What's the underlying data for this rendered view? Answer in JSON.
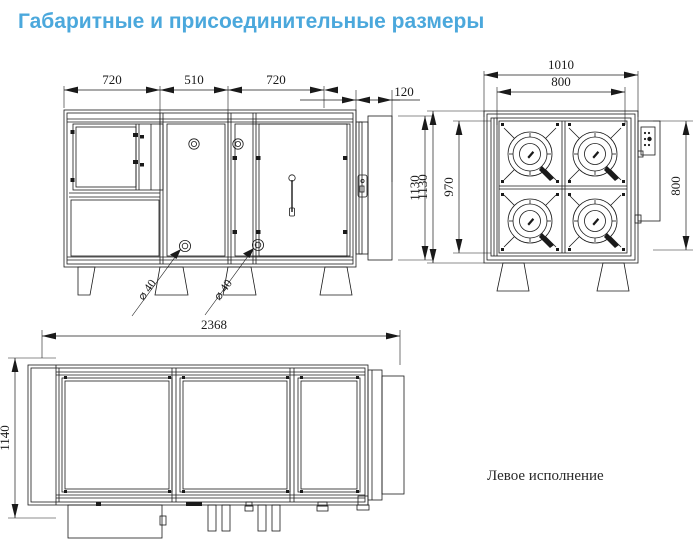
{
  "title": "Габаритные и присоединительные размеры",
  "theme": {
    "title_color": "#4ba8dc",
    "line_color": "#1a1a1a",
    "fill_color": "#ffffff"
  },
  "views": {
    "front": {
      "name": "front-elevation-view",
      "dimensions_top": [
        {
          "label": "720"
        },
        {
          "label": "510"
        },
        {
          "label": "720"
        },
        {
          "label": "120"
        }
      ],
      "dimensions_right": [
        {
          "label": "1130"
        }
      ],
      "callouts": [
        {
          "label": "⌀ 40"
        },
        {
          "label": "⌀ 40"
        }
      ]
    },
    "side": {
      "name": "side-elevation-view",
      "dimensions_top": [
        {
          "label": "1010"
        },
        {
          "label": "800"
        }
      ],
      "dimensions_left": [
        {
          "label": "1130"
        },
        {
          "label": "970"
        }
      ],
      "dimensions_right": [
        {
          "label": "800"
        }
      ]
    },
    "plan": {
      "name": "plan-top-view",
      "dimensions_top": [
        {
          "label": "2368"
        }
      ],
      "dimensions_left": [
        {
          "label": "1140"
        }
      ]
    }
  },
  "note": "Левое исполнение"
}
